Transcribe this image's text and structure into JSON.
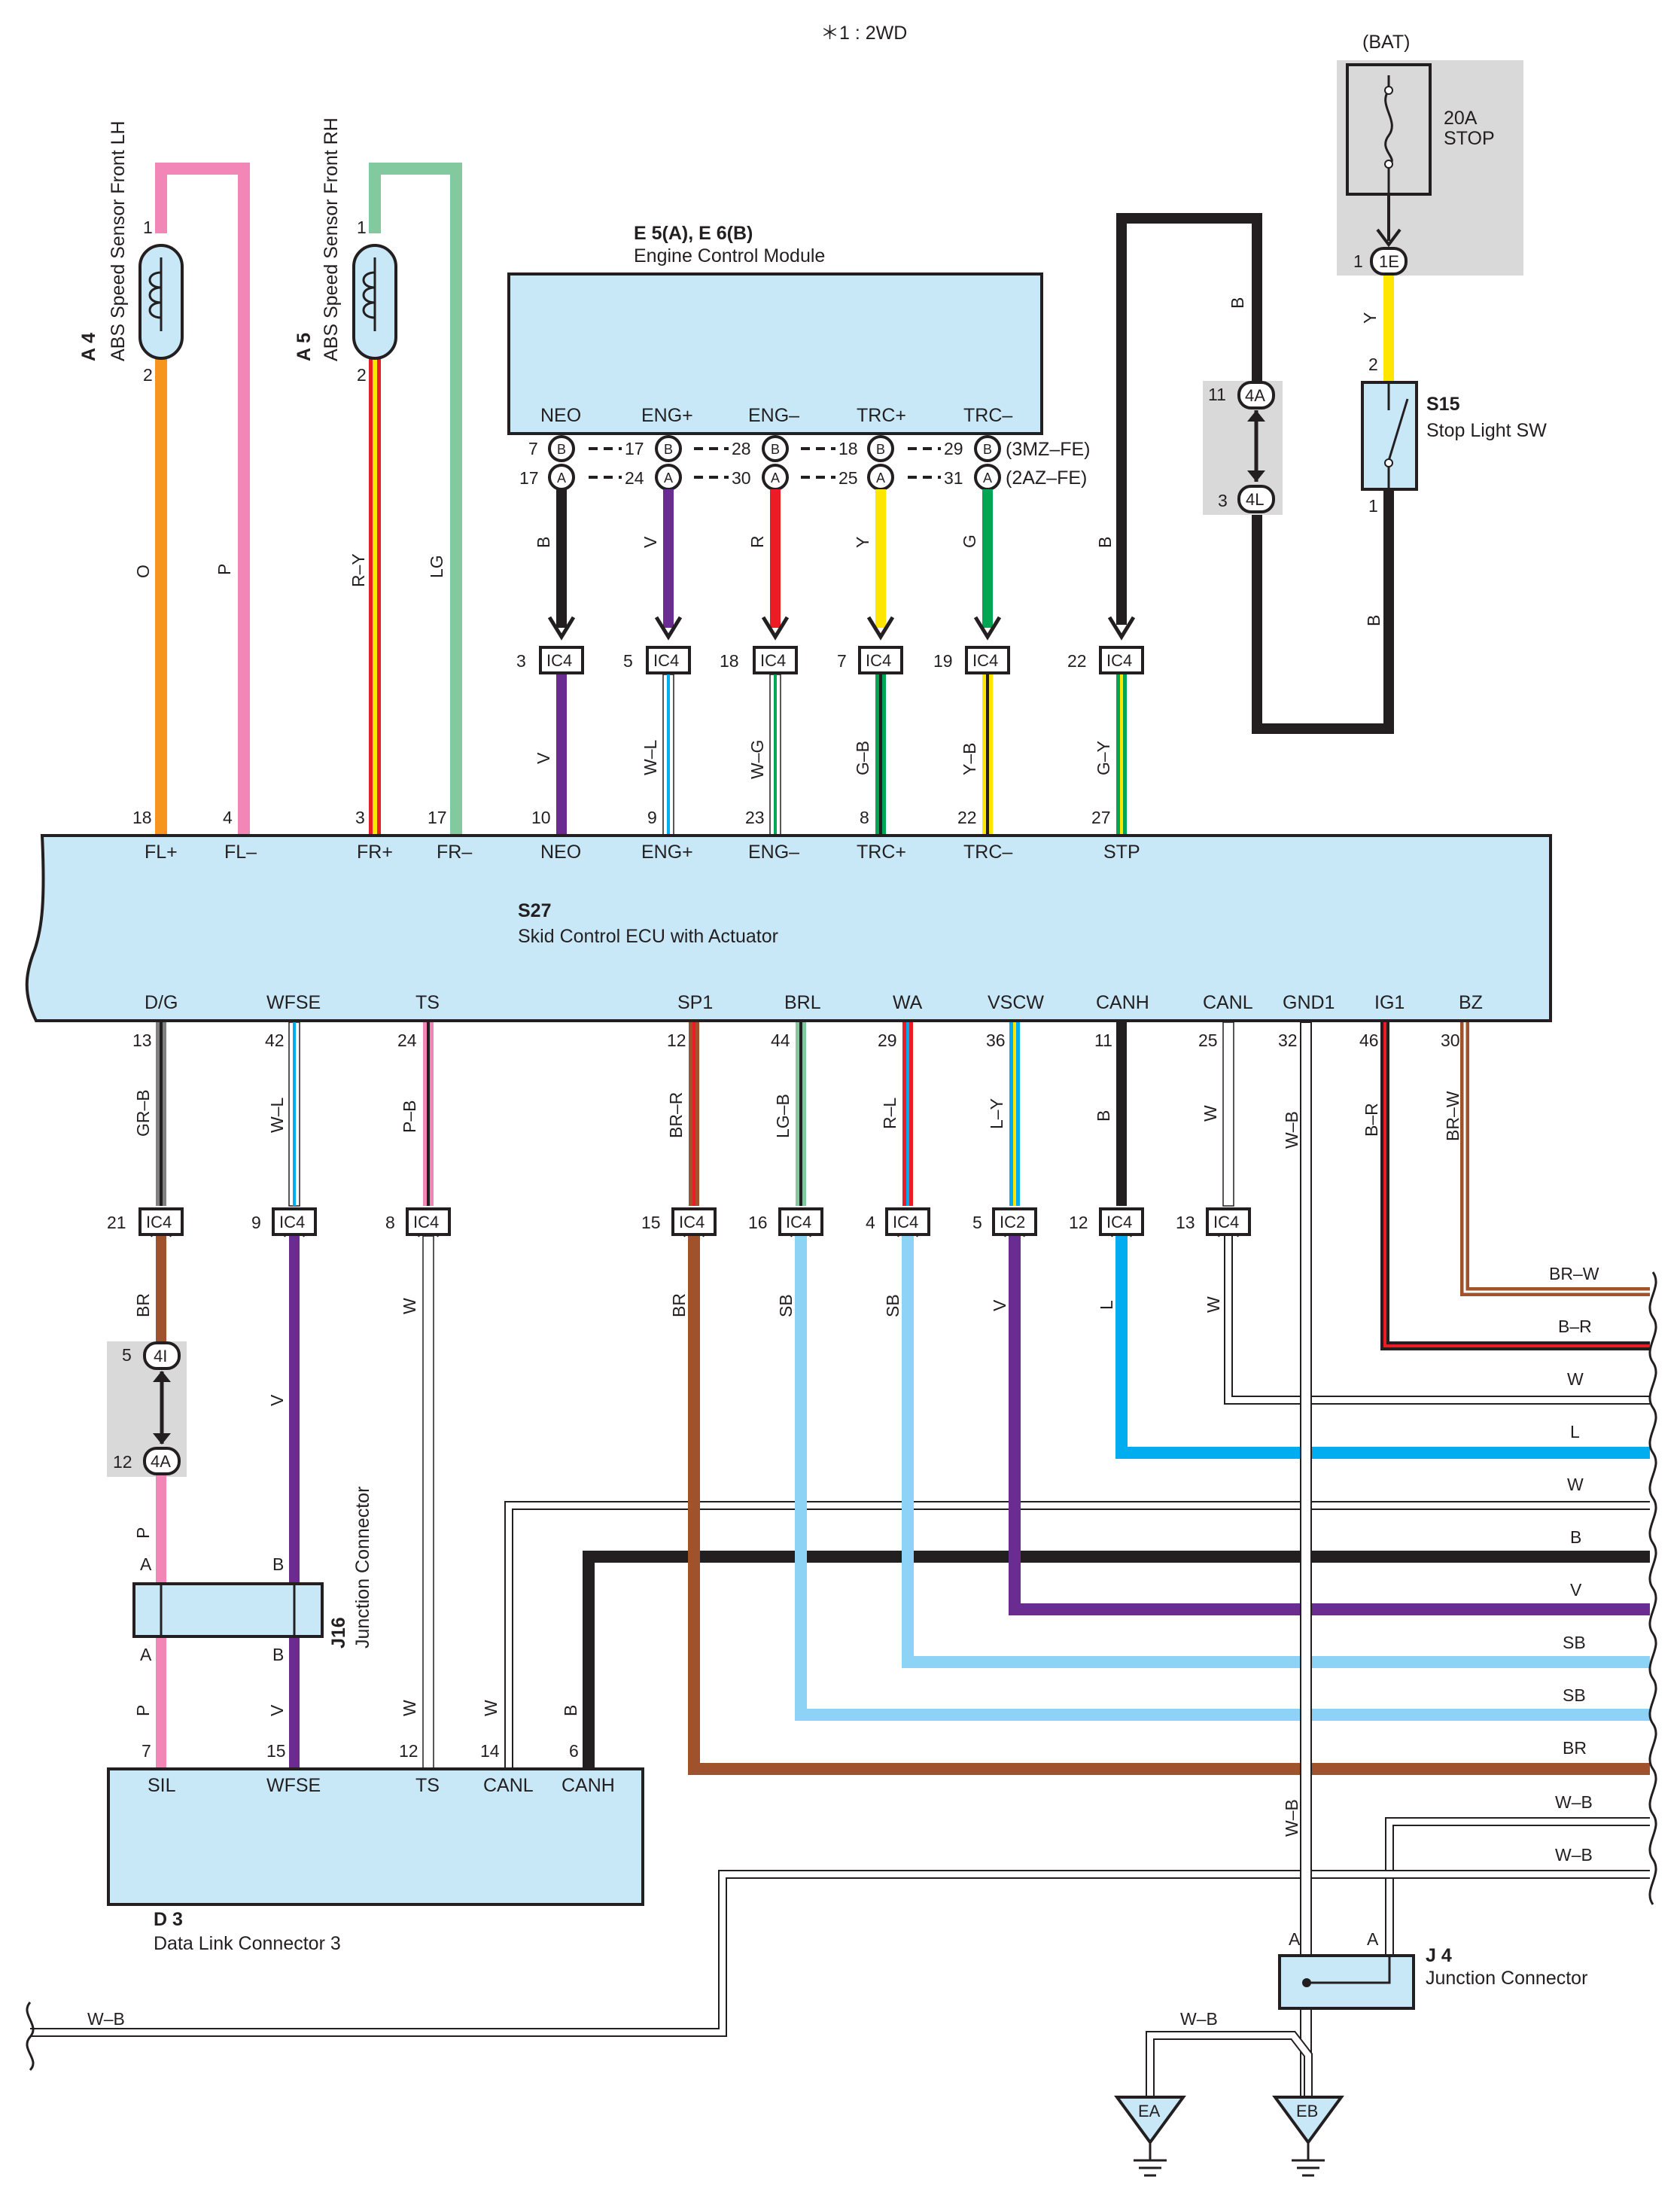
{
  "header": {
    "note": "＊1 : 2WD"
  },
  "sensors": [
    {
      "code": "A 4",
      "name": "ABS Speed Sensor Front LH",
      "pin_top": "1",
      "pin_bottom": "2"
    },
    {
      "code": "A 5",
      "name": "ABS Speed Sensor Front RH",
      "pin_top": "1",
      "pin_bottom": "2"
    }
  ],
  "ecm": {
    "code": "E 5(A), E 6(B)",
    "name": "Engine Control Module",
    "terminals": [
      "NEO",
      "ENG+",
      "ENG–",
      "TRC+",
      "TRC–"
    ],
    "pins_b": [
      "7",
      "17",
      "28",
      "18",
      "29"
    ],
    "pins_a": [
      "17",
      "24",
      "30",
      "25",
      "31"
    ],
    "note_b": "(3MZ–FE)",
    "note_a": "(2AZ–FE)"
  },
  "battery": {
    "label": "(BAT)",
    "fuse": "20A",
    "fuse_name": "STOP",
    "pin": "1",
    "conn": "1E"
  },
  "stop_switch": {
    "code": "S15",
    "name": "Stop Light SW",
    "pin_in": "2",
    "pin_out": "1"
  },
  "junction_4a_4l": {
    "top_pin": "11",
    "top": "4A",
    "bottom_pin": "3",
    "bottom": "4L"
  },
  "skid_ecu": {
    "code": "S27",
    "name": "Skid Control ECU with Actuator",
    "top_terminals": [
      {
        "pin": "18",
        "name": "FL+"
      },
      {
        "pin": "4",
        "name": "FL–"
      },
      {
        "pin": "3",
        "name": "FR+"
      },
      {
        "pin": "17",
        "name": "FR–"
      },
      {
        "pin": "10",
        "name": "NEO"
      },
      {
        "pin": "9",
        "name": "ENG+"
      },
      {
        "pin": "23",
        "name": "ENG–"
      },
      {
        "pin": "8",
        "name": "TRC+"
      },
      {
        "pin": "22",
        "name": "TRC–"
      },
      {
        "pin": "27",
        "name": "STP"
      }
    ],
    "bottom_terminals": [
      {
        "pin": "13",
        "name": "D/G"
      },
      {
        "pin": "42",
        "name": "WFSE"
      },
      {
        "pin": "24",
        "name": "TS"
      },
      {
        "pin": "12",
        "name": "SP1"
      },
      {
        "pin": "44",
        "name": "BRL"
      },
      {
        "pin": "29",
        "name": "WA"
      },
      {
        "pin": "36",
        "name": "VSCW"
      },
      {
        "pin": "11",
        "name": "CANH"
      },
      {
        "pin": "25",
        "name": "CANL"
      },
      {
        "pin": "32",
        "name": "GND1"
      },
      {
        "pin": "46",
        "name": "IG1"
      },
      {
        "pin": "30",
        "name": "BZ"
      }
    ]
  },
  "upper_ic_connectors": [
    {
      "pin": "3",
      "name": "IC4"
    },
    {
      "pin": "5",
      "name": "IC4"
    },
    {
      "pin": "18",
      "name": "IC4"
    },
    {
      "pin": "7",
      "name": "IC4"
    },
    {
      "pin": "19",
      "name": "IC4"
    },
    {
      "pin": "22",
      "name": "IC4"
    }
  ],
  "lower_ic_connectors": [
    {
      "pin": "21",
      "name": "IC4"
    },
    {
      "pin": "9",
      "name": "IC4"
    },
    {
      "pin": "8",
      "name": "IC4"
    },
    {
      "pin": "15",
      "name": "IC4"
    },
    {
      "pin": "16",
      "name": "IC4"
    },
    {
      "pin": "4",
      "name": "IC4"
    },
    {
      "pin": "5",
      "name": "IC2"
    },
    {
      "pin": "12",
      "name": "IC4"
    },
    {
      "pin": "13",
      "name": "IC4"
    }
  ],
  "junction_4i_4a": {
    "top_pin": "5",
    "top": "4I",
    "bottom_pin": "12",
    "bottom": "4A"
  },
  "j16": {
    "code": "J16",
    "name": "Junction Connector",
    "pin_a": "A",
    "pin_b": "B"
  },
  "dlc": {
    "code": "D 3",
    "name": "Data Link Connector 3",
    "terminals": [
      {
        "pin": "7",
        "name": "SIL"
      },
      {
        "pin": "15",
        "name": "WFSE"
      },
      {
        "pin": "12",
        "name": "TS"
      },
      {
        "pin": "14",
        "name": "CANL"
      },
      {
        "pin": "6",
        "name": "CANH"
      }
    ]
  },
  "j4": {
    "code": "J 4",
    "name": "Junction Connector",
    "pin": "A"
  },
  "grounds": [
    "EA",
    "EB"
  ],
  "wire_labels": {
    "o": "O",
    "p": "P",
    "ry": "R–Y",
    "lg": "LG",
    "b": "B",
    "v": "V",
    "r": "R",
    "y": "Y",
    "g": "G",
    "wl": "W–L",
    "wg": "W–G",
    "gb": "G–B",
    "yb": "Y–B",
    "gy": "G–Y",
    "grb": "GR–B",
    "pb": "P–B",
    "brr": "BR–R",
    "lgb": "LG–B",
    "rl": "R–L",
    "ly": "L–Y",
    "w": "W",
    "wb": "W–B",
    "br": "B–R",
    "brw": "BR–W",
    "brn": "BR",
    "sb": "SB",
    "l": "L"
  },
  "right_labels": [
    "BR–W",
    "B–R",
    "W",
    "L",
    "W",
    "B",
    "V",
    "SB",
    "SB",
    "BR",
    "W–B",
    "W–B"
  ],
  "colors": {
    "ecu_fill": "#c9e8f7",
    "gray_box": "#d9d9d9",
    "orange": "#f7941d",
    "pink": "#f287b7",
    "lightgreen": "#82c9a0",
    "black": "#231f20",
    "violet": "#6b2c91",
    "red": "#ec1c24",
    "yellow": "#ffe600",
    "green": "#00a651",
    "lightblue": "#00aeef",
    "skyblue": "#8dd3f6",
    "brown": "#a0522d"
  }
}
